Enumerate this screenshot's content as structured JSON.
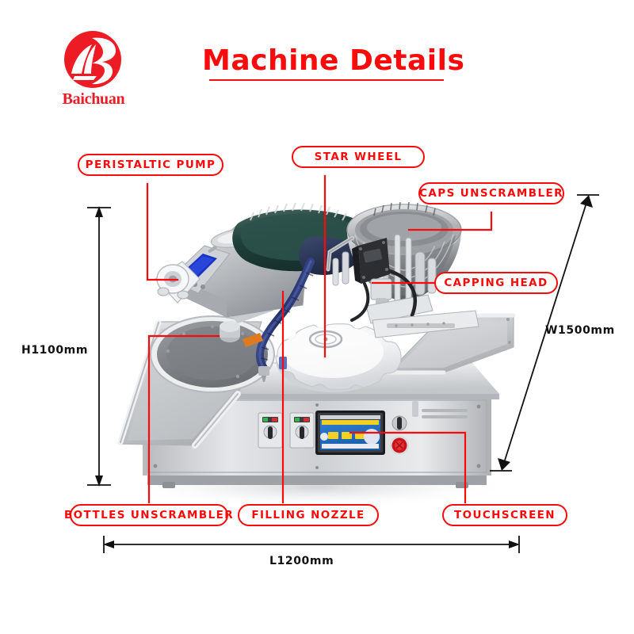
{
  "brand": {
    "name": "Baichuan",
    "logo_icon": "baichuan-sail-logo-icon",
    "color": "#ed1c24"
  },
  "header": {
    "title": "Machine Details",
    "title_color": "#fa0a0a",
    "underline": true
  },
  "callouts": [
    {
      "id": "peristaltic-pump",
      "label": "PERISTALTIC PUMP"
    },
    {
      "id": "star-wheel",
      "label": "STAR WHEEL"
    },
    {
      "id": "caps-unscrambler",
      "label": "CAPS UNSCRAMBLER"
    },
    {
      "id": "capping-head",
      "label": "CAPPING HEAD"
    },
    {
      "id": "bottles-unscrambler",
      "label": "BOTTLES UNSCRAMBLER"
    },
    {
      "id": "filling-nozzle",
      "label": "FILLING NOZZLE"
    },
    {
      "id": "touchscreen",
      "label": "TOUCHSCREEN"
    }
  ],
  "dimensions": {
    "height": "H1100mm",
    "width": "W1500mm",
    "length": "L1200mm"
  },
  "colors": {
    "callout": "#fa0a0a",
    "dimension": "#111111",
    "background": "#ffffff"
  },
  "machine": {
    "description": "Automatic bottle filling and capping machine",
    "parts": [
      "peristaltic pump",
      "caps vibratory bowl feeder",
      "capping head",
      "rotary star wheel",
      "bottles rotary unscrambler turntable",
      "filling nozzle hose",
      "HMI touchscreen control panel"
    ]
  }
}
